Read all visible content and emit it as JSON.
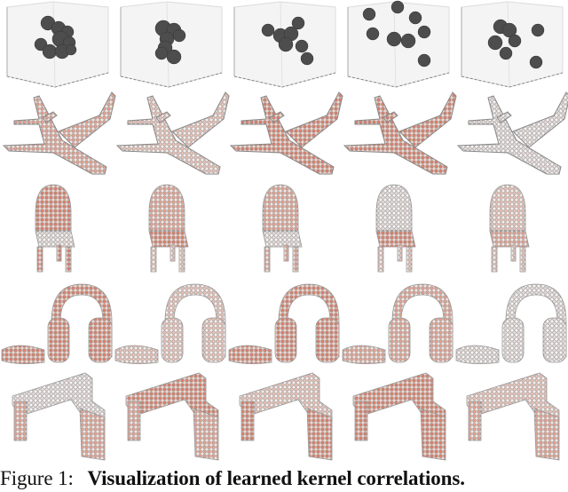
{
  "figure": {
    "label": "Figure 1:",
    "title": "Visualization of learned kernel correlations.",
    "columns": 5,
    "rows": [
      {
        "name": "kernel-points",
        "description": "learned kernel point sets shown as gray spheres in 3D axis boxes"
      },
      {
        "name": "airplane",
        "description": "airplane point cloud colored by kernel correlation"
      },
      {
        "name": "chair",
        "description": "chair point cloud colored by kernel correlation"
      },
      {
        "name": "headphones",
        "description": "headphone point cloud colored by kernel correlation"
      },
      {
        "name": "table",
        "description": "table point cloud colored by kernel correlation"
      }
    ],
    "colors": {
      "sphere": "#4a4a4a",
      "axis_box": "#ececec",
      "low_corr": "#f3ece9",
      "high_corr": "#c0392b",
      "point_outline": "#8a8a8a"
    }
  }
}
